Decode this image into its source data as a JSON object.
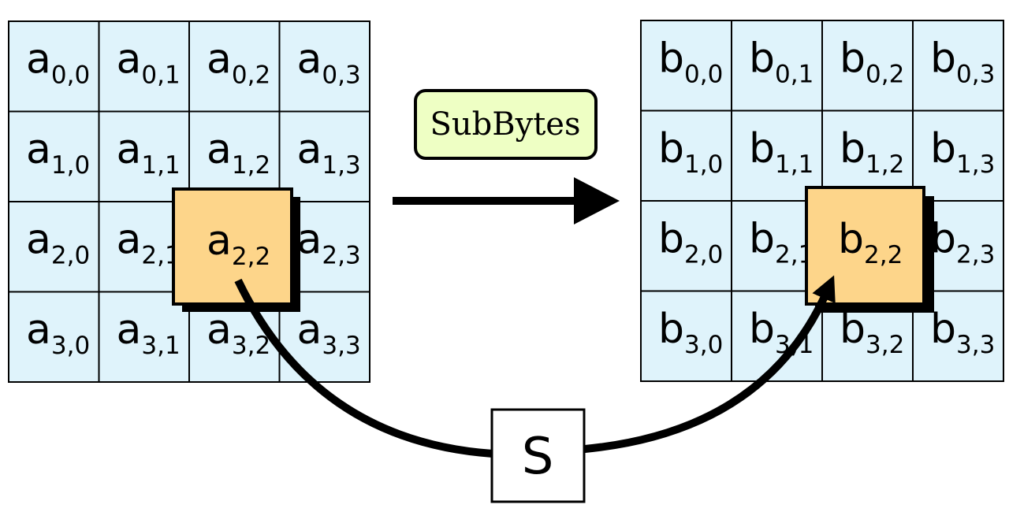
{
  "colors": {
    "cell_fill": "#dff3fb",
    "highlight_fill": "#fdd58a",
    "operation_fill": "#eeffc4",
    "stroke": "#000000"
  },
  "input_state": {
    "letter": "a",
    "highlighted": "2,2",
    "cells": [
      [
        "0,0",
        "0,1",
        "0,2",
        "0,3"
      ],
      [
        "1,0",
        "1,1",
        "1,2",
        "1,3"
      ],
      [
        "2,0",
        "2,1",
        "2,2",
        "2,3"
      ],
      [
        "3,0",
        "3,1",
        "3,2",
        "3,3"
      ]
    ]
  },
  "output_state": {
    "letter": "b",
    "highlighted": "2,2",
    "cells": [
      [
        "0,0",
        "0,1",
        "0,2",
        "0,3"
      ],
      [
        "1,0",
        "1,1",
        "1,2",
        "1,3"
      ],
      [
        "2,0",
        "2,1",
        "2,2",
        "2,3"
      ],
      [
        "3,0",
        "3,1",
        "3,2",
        "3,3"
      ]
    ]
  },
  "operation": {
    "label": "SubBytes"
  },
  "sbox": {
    "label": "S"
  },
  "icons": [
    "right-arrow-icon"
  ]
}
